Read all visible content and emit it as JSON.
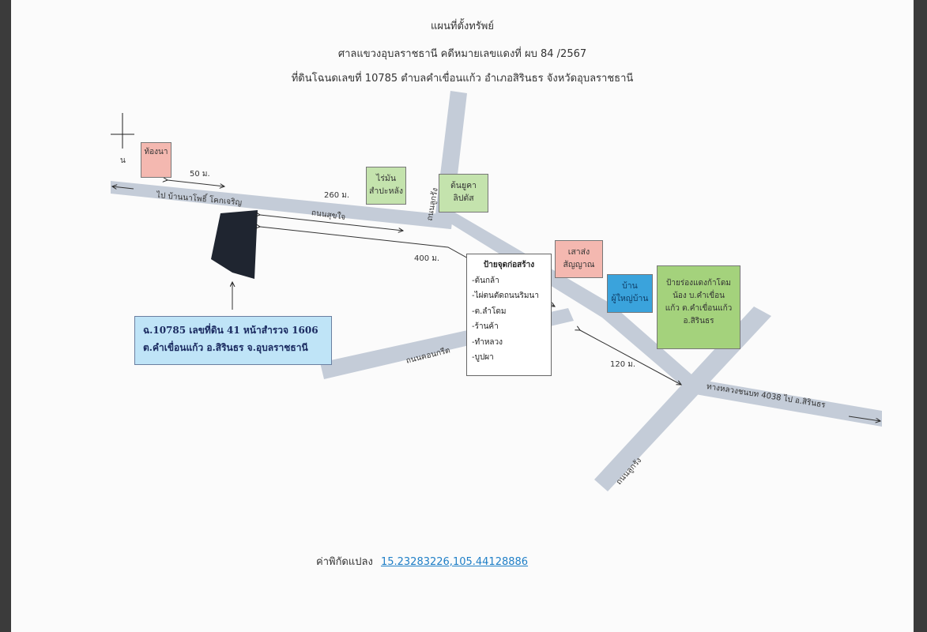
{
  "header": {
    "line1": "แผนที่ตั้งทรัพย์",
    "line2": "ศาลแขวงอุบลราชธานี คดีหมายเลขแดงที่ ผบ 84 /2567",
    "line3": "ที่ดินโฉนดเลขที่ 10785 ตำบลคำเขื่อนแก้ว อำเภอสิรินธร จังหวัดอุบลราชธานี"
  },
  "compass": {
    "north_label": "น"
  },
  "roads": {
    "main_left": "ไป บ้านนาโพธิ์ โคกเจริญ",
    "upper_right": "ถนนสุขใจ",
    "north_road": "ถนนลูกรัง",
    "middle_road": "ถนนคอนกรีต",
    "highway": "ทางหลวงชนบท 4038 ไป อ.สิรินธร",
    "south_road": "ถนนลูกรัง"
  },
  "distances": {
    "d50": "50 ม.",
    "d260": "260 ม.",
    "d400": "400 ม.",
    "d120": "120 ม."
  },
  "landmarks": {
    "field": "ท้องนา",
    "rubber": [
      "ไร่มัน",
      "สำปะหลัง"
    ],
    "rubber2": [
      "ต้นยูคา",
      "ลิปตัส"
    ],
    "power": [
      "เสาส่ง",
      "สัญญาณ"
    ],
    "house": [
      "บ้าน",
      "ผู้ใหญ่บ้าน"
    ],
    "sign": [
      "ป้ายร่องแดงก้าโดม",
      "น้อง บ.คำเขื่อน",
      "แก้ว ต.คำเขื่อนแก้ว",
      "อ.สิรินธร"
    ]
  },
  "poi_list": {
    "title": "ป้ายจุดก่อสร้าง",
    "items": [
      "-ต้นกล้า",
      "-ไผ่ตนตัดถนนริมนา",
      "-ต.ลำโดม",
      "-ร้านค้า",
      "-ทำหลวง",
      "-บูปผา"
    ]
  },
  "plot_info": {
    "line1": "ฉ.10785 เลขที่ดิน 41  หน้าสำรวจ 1606",
    "line2": "ต.คำเขื่อนแก้ว อ.สิรินธร จ.อุบลราชธานี"
  },
  "coordinates": {
    "label": "ค่าพิกัดแปลง",
    "value": "15.23283226,105.44128886"
  },
  "colors": {
    "road": "#c4ccd8",
    "parcel": "#1f2530",
    "info_bg": "#bfe4f7",
    "pink": "#f4b8b0",
    "green": "#c4e3ad",
    "blue": "#3aa3dc",
    "link": "#1f7fc7"
  }
}
